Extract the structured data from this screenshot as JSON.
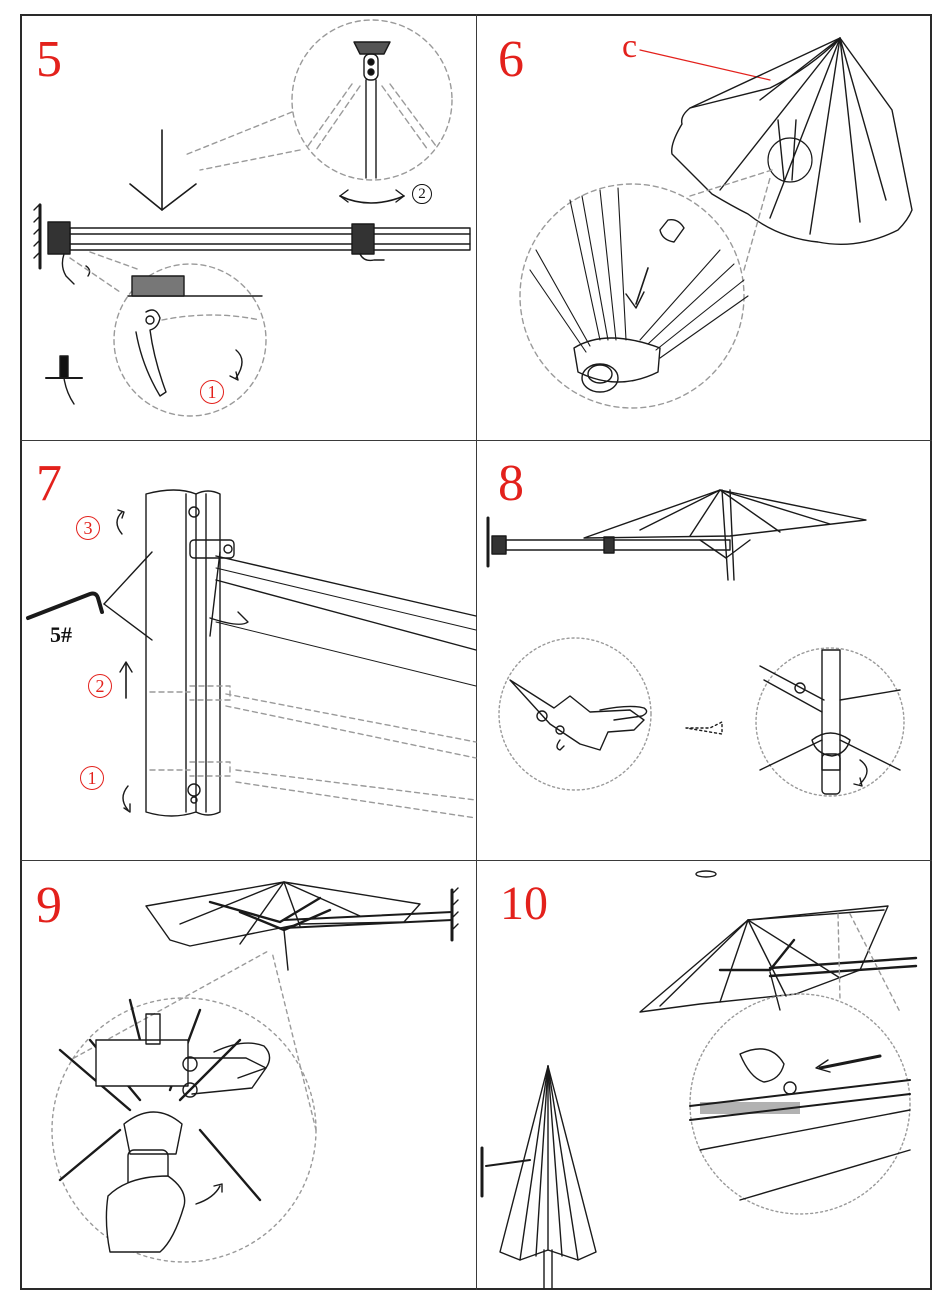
{
  "panels": [
    {
      "step": "5",
      "markers": [
        "1",
        "2"
      ]
    },
    {
      "step": "6",
      "part_label": "c"
    },
    {
      "step": "7",
      "markers": [
        "3",
        "2",
        "1"
      ],
      "tool_label": "5#"
    },
    {
      "step": "8"
    },
    {
      "step": "9"
    },
    {
      "step": "10"
    }
  ],
  "colors": {
    "step_number": "#e3211c",
    "line_art": "#1a1a1a",
    "dashed": "#9a9a9a"
  }
}
